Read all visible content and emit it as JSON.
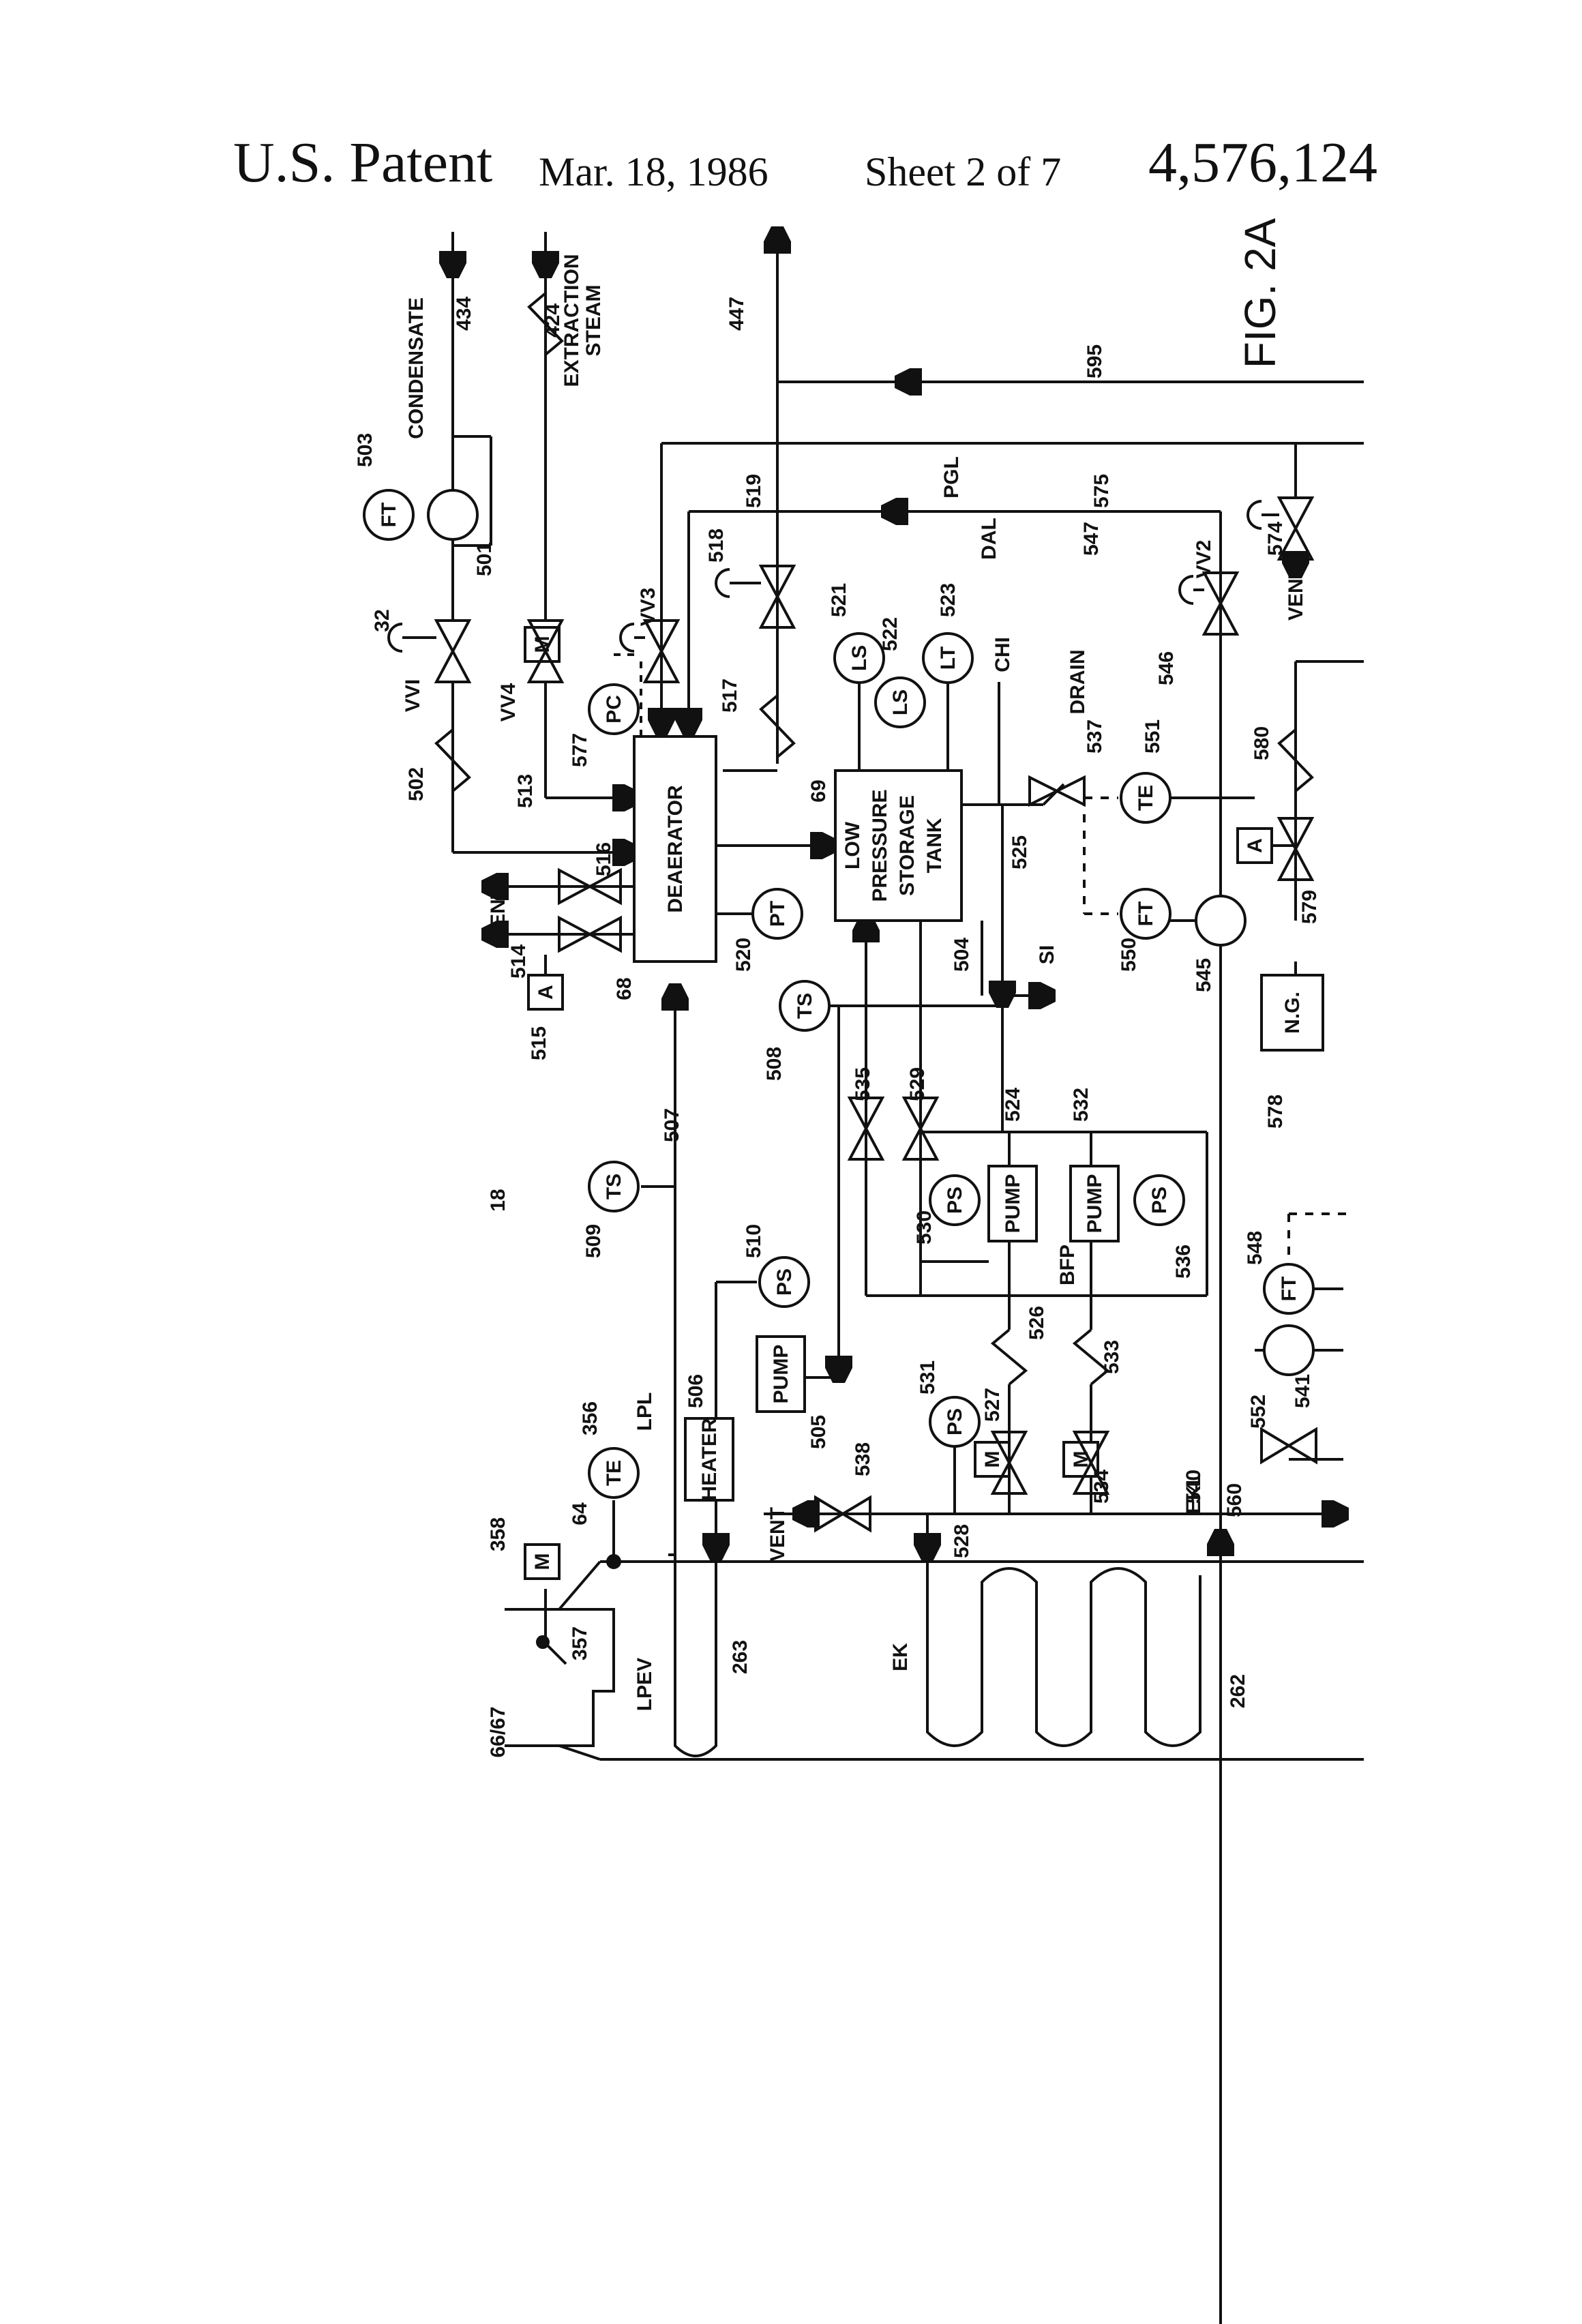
{
  "header": {
    "title": "U.S. Patent",
    "date": "Mar. 18, 1986",
    "sheet": "Sheet 2 of 7",
    "number": "4,576,124"
  },
  "figure": {
    "label": "FIG. 2A",
    "system_ref": "18"
  },
  "components": {
    "deaerator": "DEAERATOR",
    "storage_tank": [
      "LOW",
      "PRESSURE",
      "STORAGE",
      "TANK"
    ],
    "heater": "HEATER",
    "pump": "PUMP",
    "ng": "N.G.",
    "motor": "M",
    "actuator": "A"
  },
  "instruments": {
    "ft": "FT",
    "pc": "PC",
    "pt": "PT",
    "ts": "TS",
    "ps": "PS",
    "ls": "LS",
    "lt": "LT",
    "te": "TE"
  },
  "streams": {
    "condensate": "CONDENSATE",
    "extraction_steam": [
      "EXTRACTION",
      "STEAM"
    ],
    "vent": "VENT",
    "drain": "DRAIN",
    "chi": "CHI",
    "si": "SI",
    "pgl": "PGL",
    "dal": "DAL",
    "lpl": "LPL",
    "lpev": "LPEV",
    "ekl": "EKL",
    "ek": "EK",
    "bfp": "BFP",
    "vv1": "VVI",
    "vv2": "VV2",
    "vv3": "VV3",
    "vv4": "VV4"
  },
  "refs": {
    "r434": "434",
    "r424": "424",
    "r447": "447",
    "r595": "595",
    "r503": "503",
    "r501": "501",
    "r32": "32",
    "r519": "519",
    "r518": "518",
    "r517": "517",
    "r521": "521",
    "r522": "522",
    "r523": "523",
    "r575": "575",
    "r547": "547",
    "r574": "574",
    "r546": "546",
    "r537": "537",
    "r551": "551",
    "r580": "580",
    "r502": "502",
    "r513": "513",
    "r577": "577",
    "r69": "69",
    "r525": "525",
    "r516": "516",
    "r514": "514",
    "r515": "515",
    "r68": "68",
    "r520": "520",
    "r504": "504",
    "r550": "550",
    "r545": "545",
    "r579": "579",
    "r508": "508",
    "r535": "535",
    "r529": "529",
    "r524": "524",
    "r532": "532",
    "r578": "578",
    "r507": "507",
    "r509": "509",
    "r510": "510",
    "r530": "530",
    "r536": "536",
    "r548": "548",
    "r506": "506",
    "r356": "356",
    "r526": "526",
    "r533": "533",
    "r531": "531",
    "r527": "527",
    "r552": "552",
    "r541": "541",
    "r505": "505",
    "r538": "538",
    "r534": "534",
    "r540": "540",
    "r560": "560",
    "r528": "528",
    "r358": "358",
    "r64": "64",
    "r357": "357",
    "r263": "263",
    "r262": "262",
    "r6667": "66/67"
  }
}
